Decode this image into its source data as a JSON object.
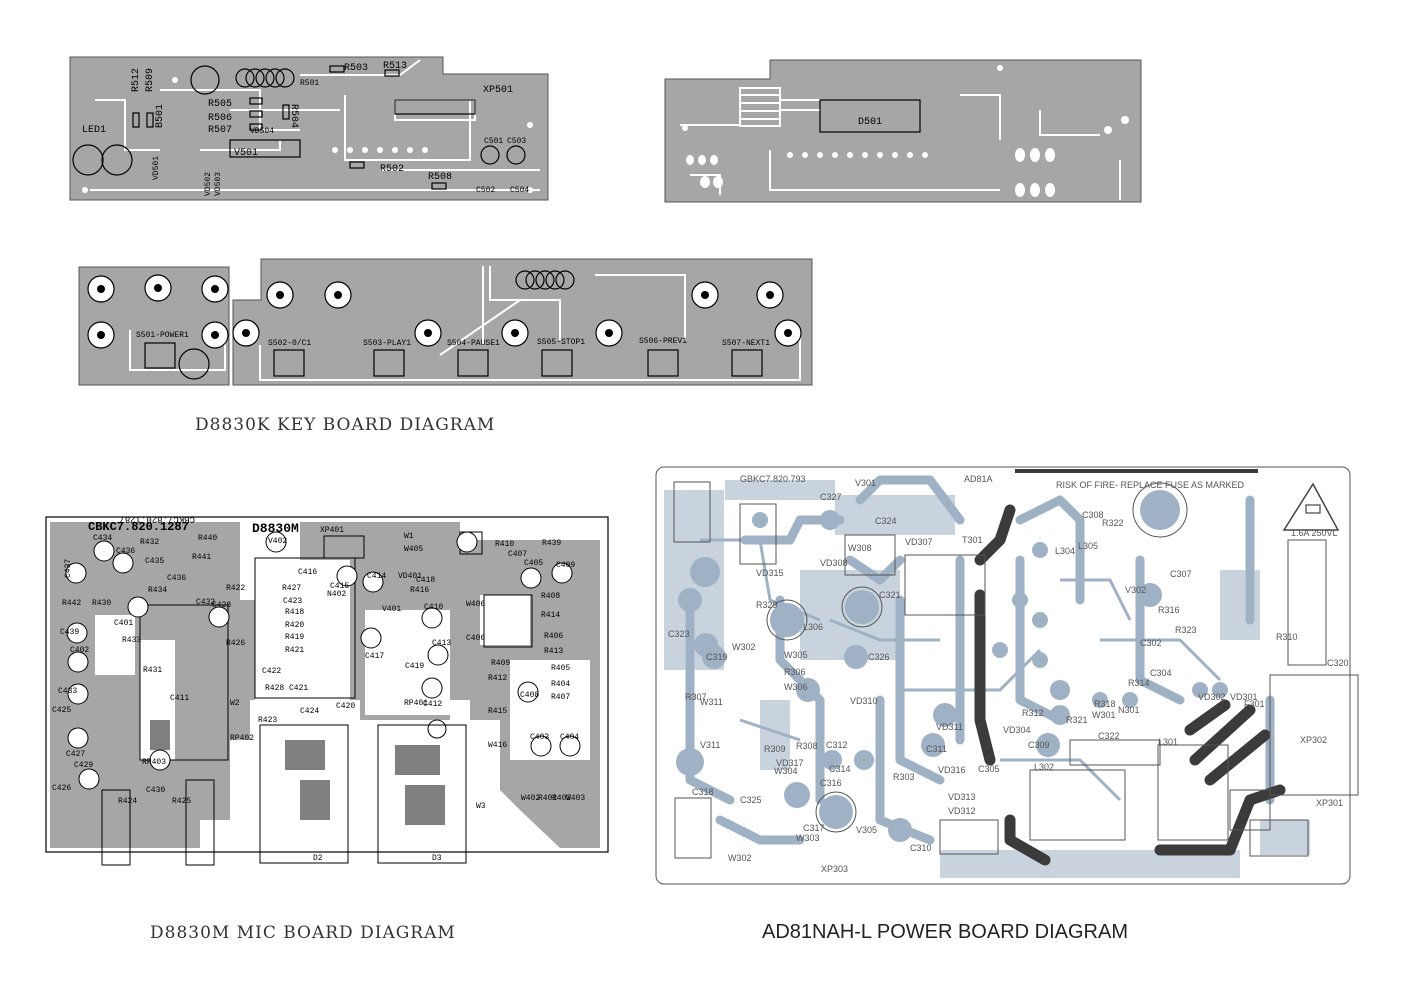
{
  "display_board": {
    "labels": [
      "R512",
      "R509",
      "LED1",
      "B501",
      "R505",
      "R506",
      "R507",
      "VD504",
      "V501",
      "R504",
      "R503",
      "R513",
      "R501",
      "XP501",
      "C501",
      "C503",
      "R502",
      "R508",
      "C502",
      "C504",
      "VD501",
      "VD502",
      "VD503"
    ]
  },
  "driver_board": {
    "labels": [
      "D501"
    ]
  },
  "key_board": {
    "caption": "D8830K KEY BOARD DIAGRAM",
    "switches": [
      "S501-POWER1",
      "S502-0/C1",
      "S503-PLAY1",
      "S504-PAUSE1",
      "S505-STOP1",
      "S506-PREV1",
      "S507-NEXT1"
    ]
  },
  "mic_board": {
    "caption": "D8830M MIC BOARD DIAGRAM",
    "board_code": "CBKC7.820.1287",
    "model": "D8830M",
    "labels": [
      "C434",
      "C436",
      "R432",
      "R441",
      "C437",
      "C435",
      "C436",
      "C432",
      "R442",
      "R434",
      "R430",
      "C401",
      "R433",
      "C439",
      "C402",
      "C433",
      "C425",
      "C427",
      "C429",
      "C426",
      "R431",
      "RP403",
      "C430",
      "R424",
      "R425",
      "R440",
      "R422",
      "C428",
      "R426",
      "C411",
      "W2",
      "R423",
      "R428",
      "C421",
      "C424",
      "C420",
      "RP402",
      "V402",
      "XP401",
      "W1",
      "W405",
      "C416",
      "R427",
      "C423",
      "R418",
      "R420",
      "R419",
      "R421",
      "C422",
      "C415",
      "N402",
      "C414",
      "V401",
      "C410",
      "VD401",
      "R416",
      "C417",
      "C413",
      "C418",
      "C419",
      "RP401",
      "C412",
      "W3",
      "C406",
      "W406",
      "C405",
      "C407",
      "R410",
      "R439",
      "C409",
      "R408",
      "R414",
      "R406",
      "R413",
      "R405",
      "R404",
      "R407",
      "R409",
      "R412",
      "R415",
      "C408",
      "W416",
      "C403",
      "C404",
      "W402",
      "R401",
      "R402",
      "W403",
      "D2",
      "D3"
    ]
  },
  "power_board": {
    "caption": "AD81NAH-L POWER BOARD DIAGRAM",
    "board_code": "GBKC7.820.793",
    "model": "AD81A",
    "warning": "RISK OF FIRE- REPLACE FUSE AS MARKED",
    "fuse": "1.6A 250VL",
    "labels": [
      "C327",
      "V301",
      "VD315",
      "R329",
      "C323",
      "C319",
      "W302",
      "R307",
      "W311",
      "V311",
      "C318",
      "C325",
      "C324",
      "W308",
      "VD308",
      "C321",
      "L306",
      "W305",
      "R306",
      "W306",
      "C326",
      "C312",
      "C314",
      "VD310",
      "R309",
      "VD317",
      "W304",
      "R308",
      "C316",
      "C317",
      "W303",
      "XP303",
      "V305",
      "R303",
      "C310",
      "VD313",
      "VD312",
      "VD316",
      "C311",
      "VD307",
      "T301",
      "VD311",
      "C305",
      "VD304",
      "R312",
      "C309",
      "C308",
      "L304",
      "L305",
      "C322",
      "R322",
      "V302",
      "R316",
      "R323",
      "C307",
      "C302",
      "R314",
      "R318",
      "W301",
      "N301",
      "R321",
      "C322",
      "L301",
      "L302",
      "C304",
      "VD302",
      "VD301",
      "F301",
      "R310",
      "C320",
      "XP302",
      "XP301"
    ]
  },
  "colors": {
    "board_fill": "#a6a6a6",
    "power_trace": "#9fb1c5",
    "dark_trace": "#3b3b3b"
  }
}
